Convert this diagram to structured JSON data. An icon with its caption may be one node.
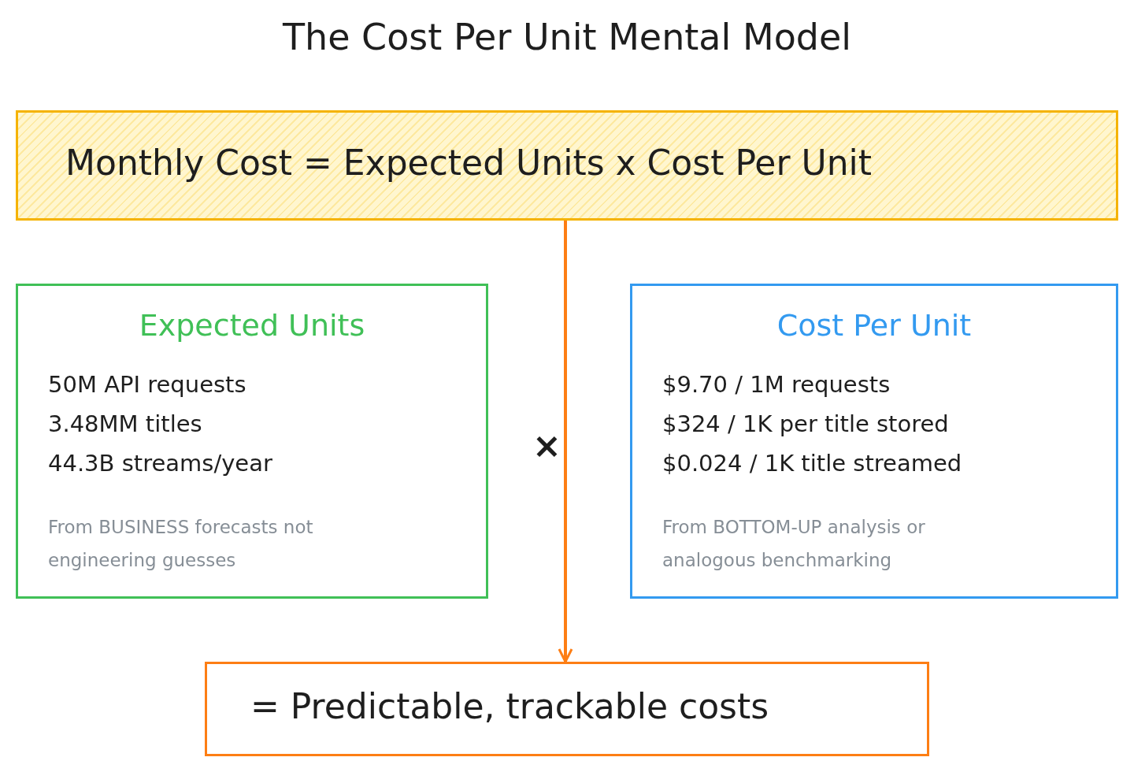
{
  "diagram": {
    "title": "The Cost Per Unit Mental Model",
    "nodes": [
      {
        "text": [
          "Monthly Cost = Expected Units x Cost Per Unit"
        ]
      },
      {
        "text": [
          "Expected Units",
          "50M API requests",
          "3.48MM titles",
          "44.3B streams/year",
          "From BUSINESS forecasts not engineering guesses"
        ]
      },
      {
        "text": [
          "Cost Per Unit",
          "$9.70 / 1M requests",
          "$324 / 1K per title stored",
          "$0.024 / 1K title streamed",
          "From BOTTOM-UP analysis or analogous benchmarking"
        ]
      },
      {
        "text": [
          "= Predictable, trackable costs"
        ]
      }
    ],
    "edges": [
      {
        "from": 0,
        "to": 3,
        "arrow": "to"
      }
    ],
    "labels": [
      "×"
    ]
  }
}
